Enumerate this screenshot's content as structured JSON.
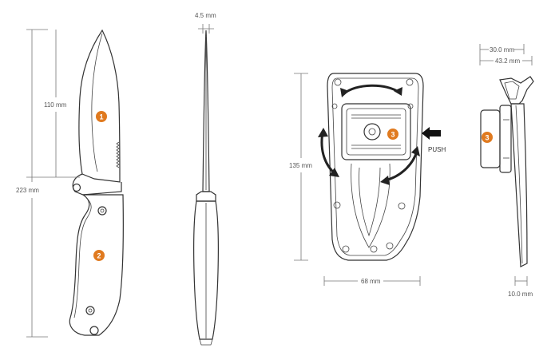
{
  "dimensions": {
    "blade_thickness": "4.5 mm",
    "blade_length": "110 mm",
    "overall_length": "223 mm",
    "sheath_height": "135 mm",
    "sheath_width": "68 mm",
    "sheath_depth_small": "30.0 mm",
    "sheath_depth_large": "43.2 mm",
    "sheath_bottom_width": "10.0 mm"
  },
  "labels": {
    "push": "PUSH"
  },
  "badges": {
    "blade": "1",
    "handle": "2",
    "clip_front": "3",
    "clip_side": "3"
  },
  "colors": {
    "badge": "#E07A1F",
    "line": "#333333",
    "dimension_line": "#777777"
  }
}
